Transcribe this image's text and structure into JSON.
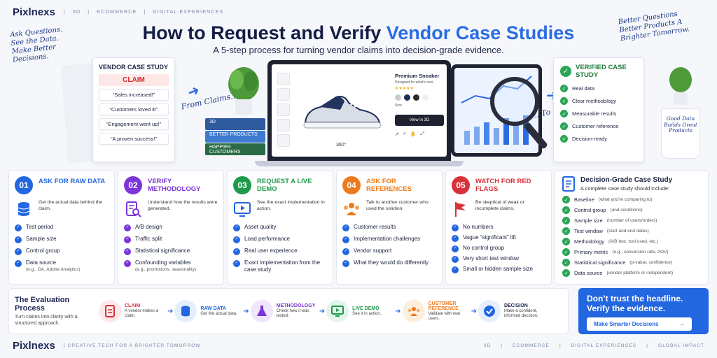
{
  "brand": {
    "logo": "Pixlnexs",
    "tags": [
      "|",
      "3D",
      "|",
      "ECOMMERCE",
      "|",
      "DIGITAL EXPERIENCES"
    ]
  },
  "hand_left": "Ask Questions. See the Data. Make Better Decisions.",
  "hand_right": "Better Questions Better Products A Brighter Tomorrow.",
  "title": {
    "main": "How to Request and Verify ",
    "accent": "Vendor Case Studies"
  },
  "subtitle": "A 5-step process for turning vendor claims into decision-grade evidence.",
  "vendor_card": {
    "title": "VENDOR CASE STUDY",
    "claim": "CLAIM",
    "quotes": [
      "“Sales increased!”",
      "“Customers loved it!”",
      "“Engagement went up!”",
      "“A proven success!”"
    ]
  },
  "from_claims": "From Claims...",
  "to_evidence": "...To Evidence.",
  "books": [
    "3D",
    "BETTER PRODUCTS",
    "HAPPIER CUSTOMERS"
  ],
  "product": {
    "name": "Premium Sneaker",
    "desc": "Designed for what's next.",
    "stars": "★★★★★",
    "size": "Size",
    "button": "View in 3D",
    "rotation": "360°"
  },
  "verified": {
    "title": "VERIFIED CASE STUDY",
    "items": [
      "Real data",
      "Clear methodology",
      "Measurable results",
      "Customer reference",
      "Decision-ready"
    ]
  },
  "mug": "Good Data Builds Great Products",
  "steps": [
    {
      "num": "01",
      "title": "ASK FOR RAW DATA",
      "color": "#2266e0",
      "icon": "database-icon",
      "desc": "Get the actual data behind the claim.",
      "bullets": [
        {
          "t": "Test period"
        },
        {
          "t": "Sample size"
        },
        {
          "t": "Control group"
        },
        {
          "t": "Data source",
          "s": "(e.g., GA, Adobe Analytics)"
        }
      ]
    },
    {
      "num": "02",
      "title": "VERIFY METHODOLOGY",
      "color": "#7b35d8",
      "icon": "document-search-icon",
      "desc": "Understand how the results were generated.",
      "bullets": [
        {
          "t": "A/B design"
        },
        {
          "t": "Traffic split"
        },
        {
          "t": "Statistical significance"
        },
        {
          "t": "Confounding variables",
          "s": "(e.g., promotions, seasonality)"
        }
      ]
    },
    {
      "num": "03",
      "title": "REQUEST A LIVE DEMO",
      "color": "#1f9a4c",
      "icon": "monitor-play-icon",
      "desc": "See the exact implementation in action.",
      "bullets": [
        {
          "t": "Asset quality"
        },
        {
          "t": "Load performance"
        },
        {
          "t": "Real user experience"
        },
        {
          "t": "Exact implementation from the case study"
        }
      ]
    },
    {
      "num": "04",
      "title": "ASK FOR REFERENCES",
      "color": "#ef7a1a",
      "icon": "people-icon",
      "desc": "Talk to another customer who used the solution.",
      "bullets": [
        {
          "t": "Customer results"
        },
        {
          "t": "Implementation challenges"
        },
        {
          "t": "Vendor support"
        },
        {
          "t": "What they would do differently"
        }
      ]
    },
    {
      "num": "05",
      "title": "WATCH FOR RED FLAGS",
      "color": "#d9313a",
      "icon": "flag-icon",
      "desc": "Be skeptical of weak or incomplete claims.",
      "bullets": [
        {
          "t": "No numbers"
        },
        {
          "t": "Vague “significant” lift"
        },
        {
          "t": "No control group"
        },
        {
          "t": "Very short test window"
        },
        {
          "t": "Small or hidden sample size"
        }
      ]
    }
  ],
  "summary": {
    "title": "Decision-Grade Case Study",
    "sub": "A complete case study should include:",
    "items": [
      {
        "t": "Baseline",
        "s": "(what you're comparing to)"
      },
      {
        "t": "Control group",
        "s": "(and conditions)"
      },
      {
        "t": "Sample size",
        "s": "(number of users/orders)"
      },
      {
        "t": "Test window",
        "s": "(start and end dates)"
      },
      {
        "t": "Methodology",
        "s": "(A/B test, tool used, etc.)"
      },
      {
        "t": "Primary metric",
        "s": "(e.g., conversion rate, AOV)"
      },
      {
        "t": "Statistical significance",
        "s": "(p-value, confidence)"
      },
      {
        "t": "Data source",
        "s": "(vendor platform or independent)"
      }
    ]
  },
  "process": {
    "title": "The Evaluation Process",
    "desc": "Turn claims into clarity with a structured approach.",
    "stages": [
      {
        "name": "CLAIM",
        "desc": "A vendor makes a claim.",
        "color": "#d9313a",
        "bg": "#fde8e8",
        "icon": "document-icon"
      },
      {
        "name": "RAW DATA",
        "desc": "Get the actual data.",
        "color": "#2266e0",
        "bg": "#e5eefc",
        "icon": "database-icon"
      },
      {
        "name": "METHODOLOGY",
        "desc": "Check how it was tested.",
        "color": "#7b35d8",
        "bg": "#efe6fb",
        "icon": "flask-icon"
      },
      {
        "name": "LIVE DEMO",
        "desc": "See it in action.",
        "color": "#1f9a4c",
        "bg": "#e3f5ea",
        "icon": "monitor-play-icon"
      },
      {
        "name": "CUSTOMER REFERENCE",
        "desc": "Validate with real users.",
        "color": "#ef7a1a",
        "bg": "#fdeedd",
        "icon": "people-icon"
      },
      {
        "name": "DECISION",
        "desc": "Make a confident, informed decision.",
        "color": "#2266e0",
        "bg": "#e5eefc",
        "icon": "check-circle-icon"
      }
    ]
  },
  "cta": {
    "title": "Don’t trust the headline. Verify the evidence.",
    "button": "Make Smarter Decisions",
    "arrow": "→"
  },
  "footer": {
    "logo": "Pixlnexs",
    "left": "|   CREATIVE TECH FOR A BRIGHTER TOMORROW",
    "right": [
      "3D",
      "|",
      "ECOMMERCE",
      "|",
      "DIGITAL EXPERIENCES",
      "|",
      "GLOBAL IMPACT"
    ]
  }
}
